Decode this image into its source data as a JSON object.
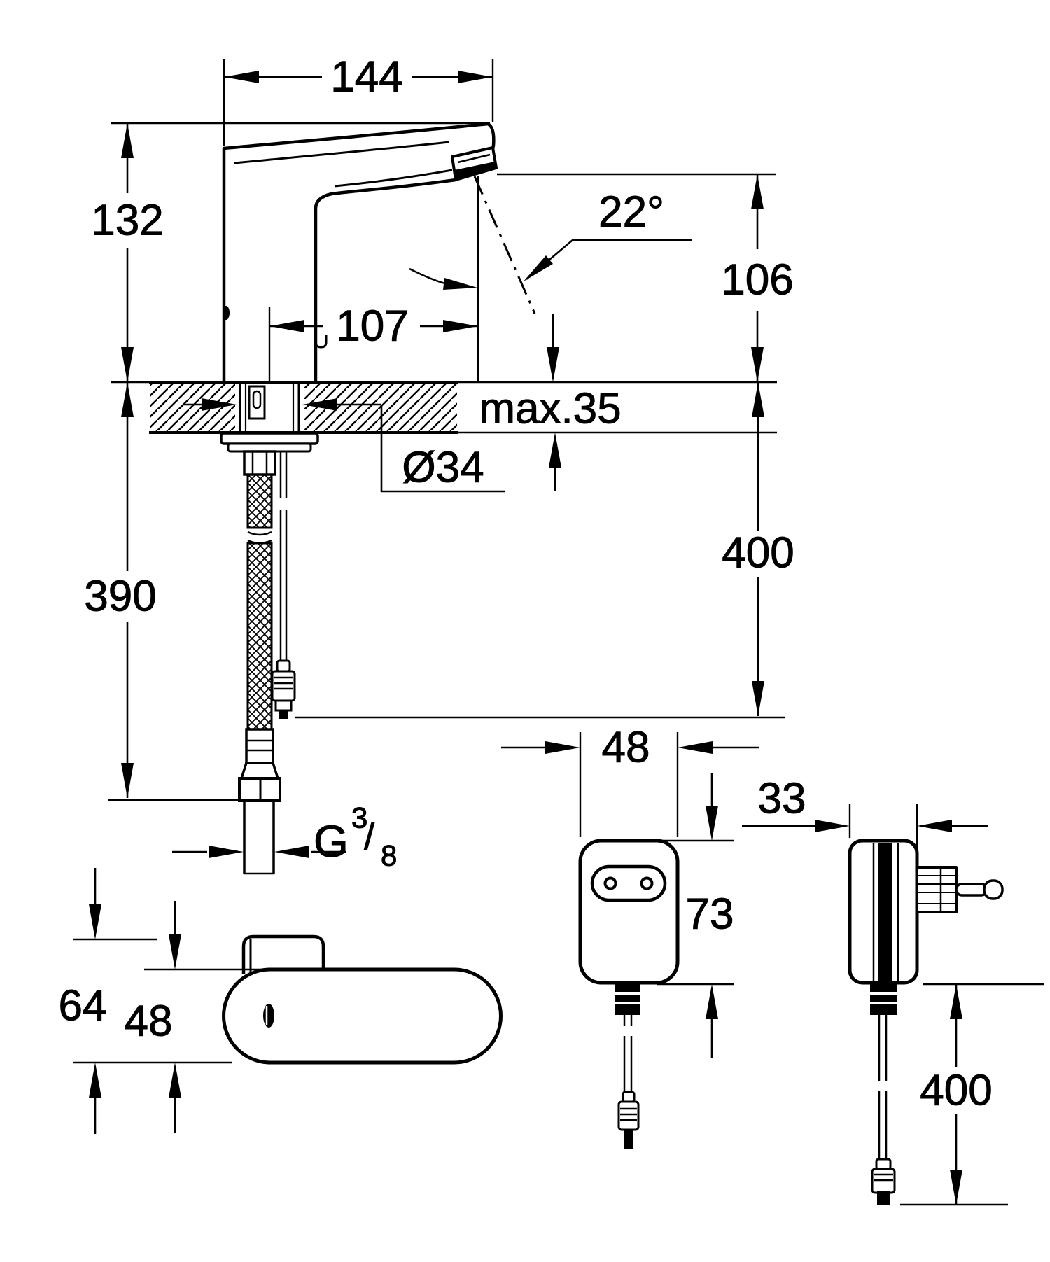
{
  "drawing": {
    "kind": "faucet-installation-dimension-drawing",
    "colors": {
      "line": "#000000",
      "background": "#ffffff"
    },
    "side_view": {
      "labels": {
        "overall_width": "144",
        "body_height": "132",
        "spout_reach": "107",
        "spray_angle": "22°",
        "outlet_height": "106",
        "max_deck_thickness": "max.35",
        "hole_diameter": "Ø34",
        "hose_length": "390",
        "cable_length": "400",
        "thread_g": "G",
        "thread_numerator": "3",
        "thread_slash": "/",
        "thread_denominator": "8"
      }
    },
    "top_view": {
      "labels": {
        "overall_depth": "64",
        "body_depth": "48"
      }
    },
    "power_adapter_front_view": {
      "labels": {
        "width": "48",
        "height": "73"
      }
    },
    "power_adapter_side_view": {
      "labels": {
        "depth": "33",
        "cable_length": "400"
      }
    }
  }
}
